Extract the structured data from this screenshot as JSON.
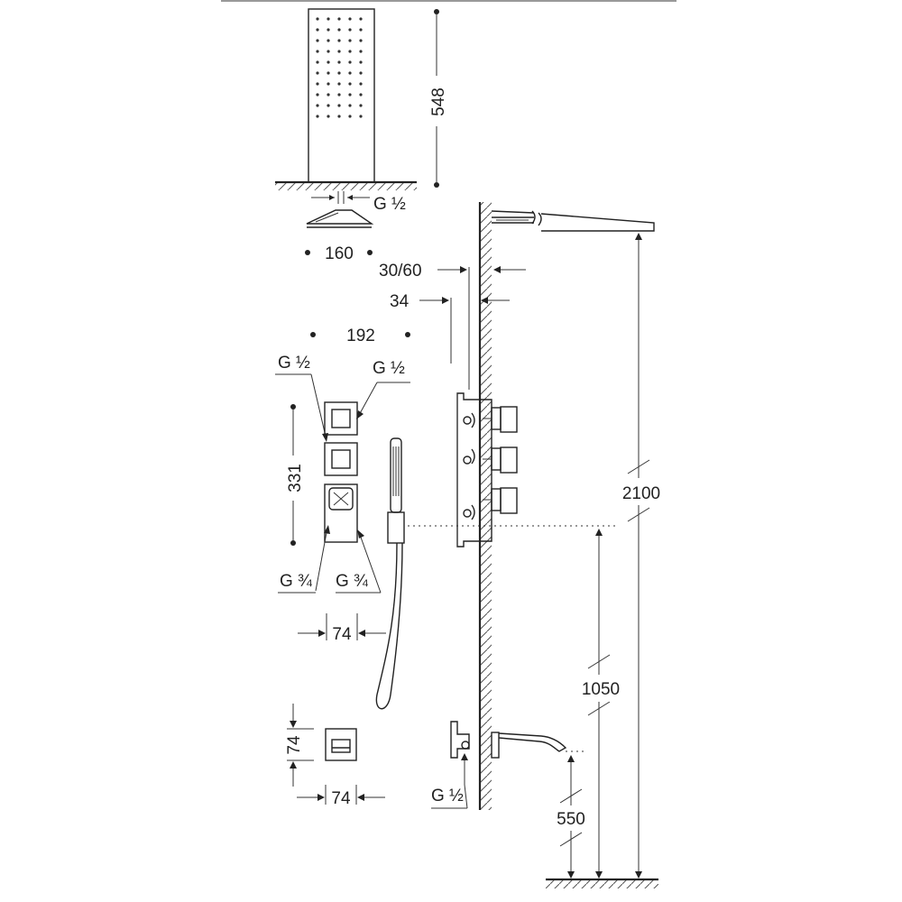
{
  "dimensions": {
    "panel_height": "548",
    "panel_width": "160",
    "panel_thread": "G ½",
    "wall_offset": "30/60",
    "recess": "34",
    "valve_width": "192",
    "valve_height": "331",
    "thread_top_left": "G ½",
    "thread_top_right": "G ½",
    "thread_bottom_left": "G ¾",
    "thread_bottom_right": "G ¾",
    "handshower_width": "74",
    "outlet_height": "74",
    "outlet_width": "74",
    "spout_thread": "G ½",
    "total_height": "2100",
    "valve_mount_height": "1050",
    "spout_height": "550"
  },
  "colors": {
    "line": "#222222",
    "background": "#ffffff"
  }
}
